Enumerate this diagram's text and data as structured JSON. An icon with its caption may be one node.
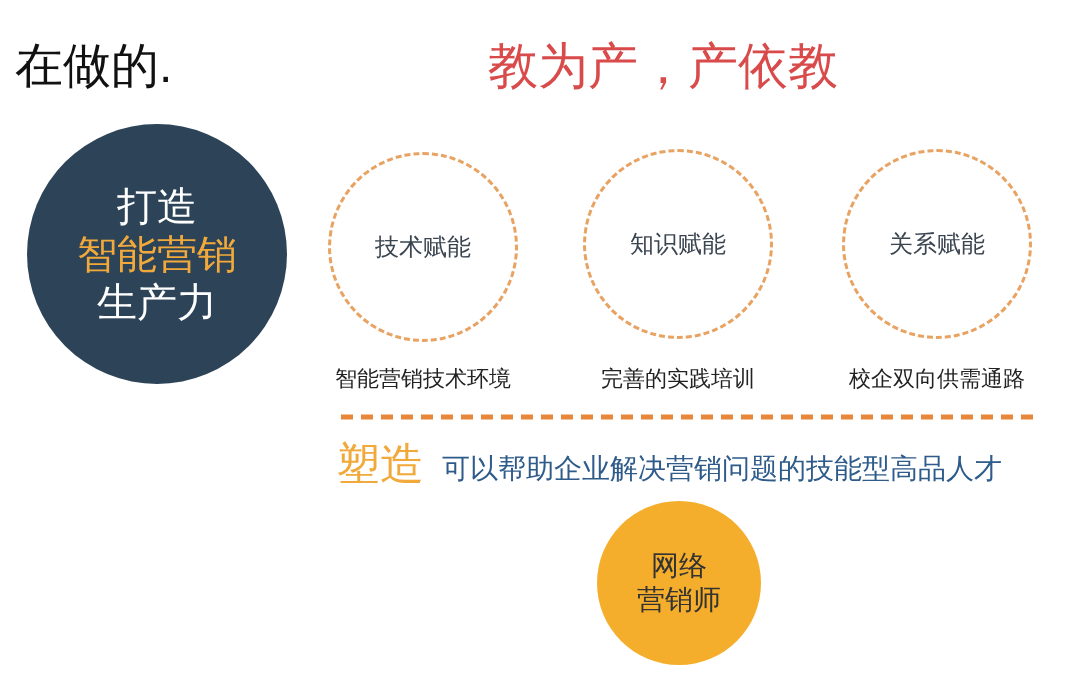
{
  "diagram": {
    "title": "在做的.",
    "nodes": [
      {
        "text": [
          "打造",
          "智能营销",
          "生产力"
        ]
      },
      {
        "text": [
          "技术赋能"
        ],
        "beside": [
          "智能营销技术环境"
        ]
      },
      {
        "text": [
          "知识赋能"
        ],
        "beside": [
          "完善的实践培训"
        ]
      },
      {
        "text": [
          "关系赋能"
        ],
        "beside": [
          "校企双向供需通路"
        ]
      },
      {
        "text": [
          "网络营销师"
        ]
      }
    ],
    "labels": [
      "教为产，产依教",
      "塑造",
      "可以帮助企业解决营销问题的技能型高品人才"
    ]
  }
}
